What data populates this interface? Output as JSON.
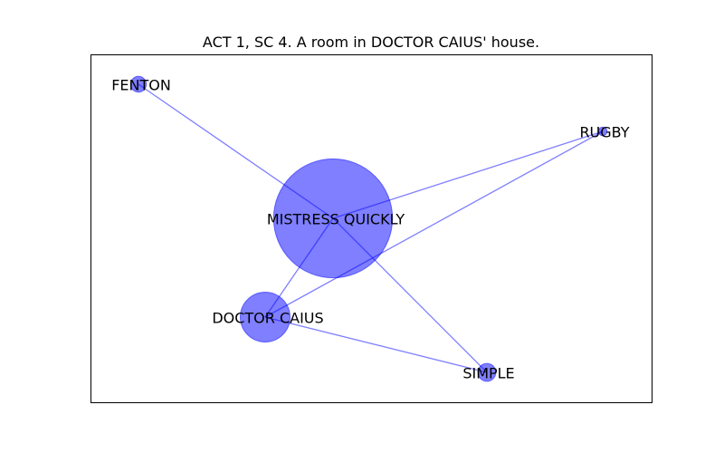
{
  "title": "ACT 1, SC 4. A room in DOCTOR CAIUS' house.",
  "colors": {
    "node_fill": "#0000ff",
    "edge_stroke": "#0000ff",
    "frame": "#000000"
  },
  "nodes": [
    {
      "id": "fenton",
      "label": "FENTON",
      "weight": 1
    },
    {
      "id": "rugby",
      "label": "RUGBY",
      "weight": 0.3
    },
    {
      "id": "quickly",
      "label": "MISTRESS QUICKLY",
      "weight": 57
    },
    {
      "id": "caius",
      "label": "DOCTOR CAIUS",
      "weight": 10
    },
    {
      "id": "simple",
      "label": "SIMPLE",
      "weight": 1.3
    }
  ],
  "edges": [
    [
      "fenton",
      "quickly"
    ],
    [
      "quickly",
      "rugby"
    ],
    [
      "quickly",
      "caius"
    ],
    [
      "quickly",
      "simple"
    ],
    [
      "caius",
      "rugby"
    ],
    [
      "caius",
      "simple"
    ]
  ]
}
